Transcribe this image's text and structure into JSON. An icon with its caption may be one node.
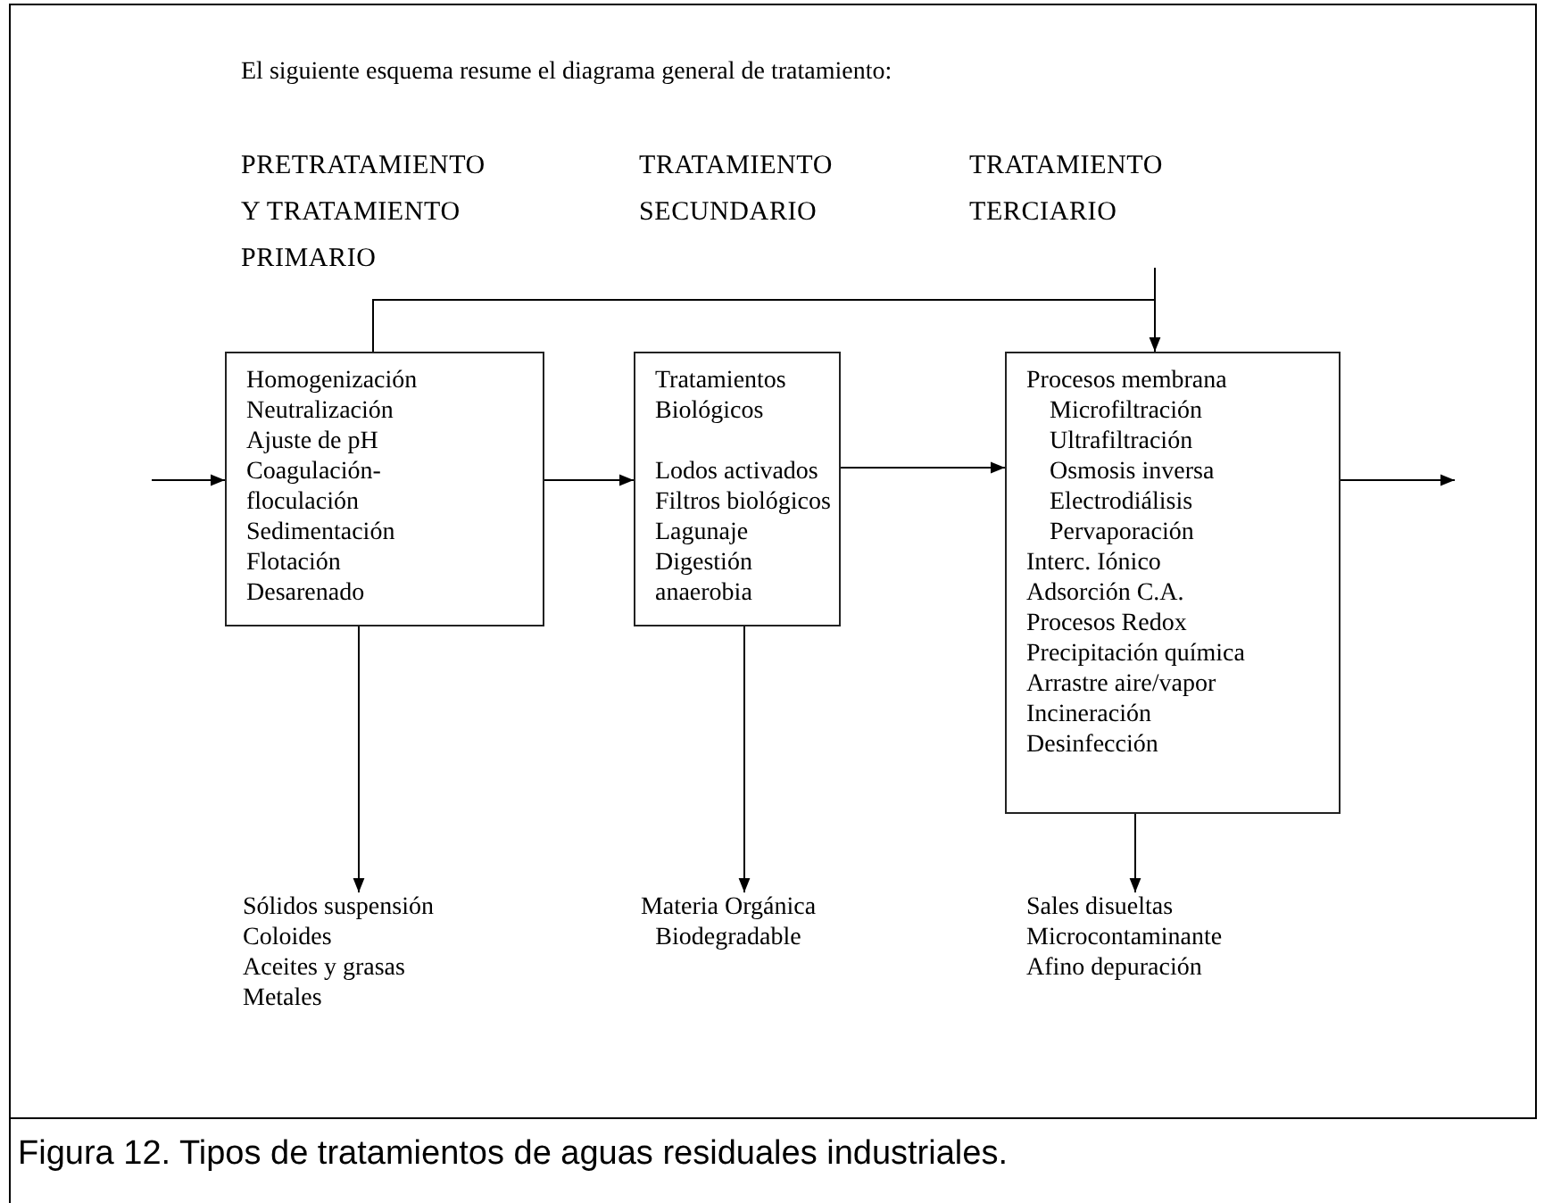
{
  "diagram": {
    "title": "El siguiente esquema resume el diagrama general de tratamiento:",
    "caption": "Figura 12. Tipos de tratamientos de aguas residuales industriales.",
    "nodes": [
      {
        "text": [
          "Homogenización",
          "Neutralización",
          "Ajuste de pH",
          "Coagulación- floculación",
          "Sedimentación",
          "Flotación",
          "Desarenado"
        ]
      },
      {
        "text": [
          "Tratamientos Biológicos",
          "Lodos activados",
          "Filtros biológicos",
          "Lagunaje",
          "Digestión anaerobia"
        ]
      },
      {
        "text": [
          "Procesos membrana",
          "Microfiltración",
          "Ultrafiltración",
          "Osmosis inversa",
          "Electrodiálisis",
          "Pervaporación",
          "Interc. Iónico",
          "Adsorción C.A.",
          "Procesos Redox",
          "Precipitación química",
          "Arrastre aire/vapor",
          "Incineración",
          "Desinfección"
        ]
      },
      {
        "text": [
          "Sólidos suspensión",
          "Coloides",
          "Aceites y grasas",
          "Metales"
        ]
      },
      {
        "text": [
          "Materia Orgánica Biodegradable"
        ]
      },
      {
        "text": [
          "Sales disueltas",
          "Microcontaminante",
          "Afino depuración"
        ]
      }
    ],
    "edges": [
      {
        "from": null,
        "to": 0,
        "arrow": "to"
      },
      {
        "from": 0,
        "to": 1,
        "arrow": "to"
      },
      {
        "from": 1,
        "to": 2,
        "arrow": "to"
      },
      {
        "from": 2,
        "to": null,
        "arrow": "to"
      },
      {
        "from": 0,
        "to": 2,
        "arrow": "to"
      },
      {
        "from": 0,
        "to": 3,
        "arrow": "to"
      },
      {
        "from": 1,
        "to": 4,
        "arrow": "to"
      },
      {
        "from": 2,
        "to": 5,
        "arrow": "to"
      }
    ],
    "labels": [
      "PRETRATAMIENTO Y TRATAMIENTO PRIMARIO",
      "TRATAMIENTO SECUNDARIO",
      "TRATAMIENTO TERCIARIO"
    ]
  }
}
